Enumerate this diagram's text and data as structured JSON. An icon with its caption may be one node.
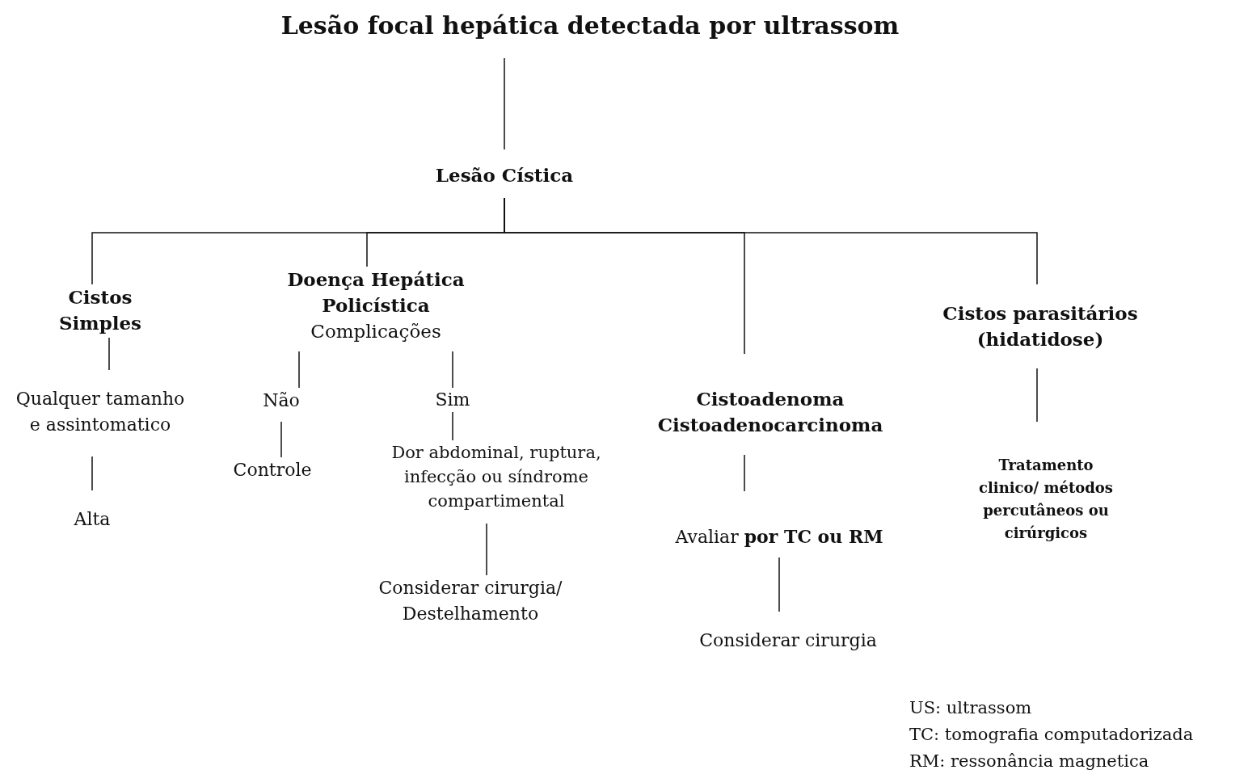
{
  "diagram": {
    "nodes": [
      {
        "text": [
          "Lesão focal hepática detectada por ultrassom"
        ]
      },
      {
        "text": [
          "Lesão Cística"
        ]
      },
      {
        "text": [
          "Cistos Simples"
        ]
      },
      {
        "text": [
          "Qualquer tamanho e assintomatico"
        ]
      },
      {
        "text": [
          "Alta"
        ]
      },
      {
        "text": [
          "Doença Hepática Policística",
          "Complicações"
        ]
      },
      {
        "text": [
          "Não"
        ]
      },
      {
        "text": [
          "Controle"
        ]
      },
      {
        "text": [
          "Sim"
        ]
      },
      {
        "text": [
          "Dor abdominal, ruptura, infecção ou síndrome compartimental"
        ]
      },
      {
        "text": [
          "Considerar cirurgia/ Destelhamento"
        ]
      },
      {
        "text": [
          "Cistoadenoma Cistoadenocarcinoma"
        ]
      },
      {
        "text": [
          "Avaliar **por TC ou RM**"
        ]
      },
      {
        "text": [
          "Considerar cirurgia"
        ]
      },
      {
        "text": [
          "Cistos parasitários (hidatidose)"
        ]
      },
      {
        "text": [
          "Tratamento clinico/ métodos percutâneos ou cirúrgicos"
        ]
      }
    ],
    "edges": [
      {
        "from": 0,
        "to": 1,
        "arrow": "none"
      },
      {
        "from": 1,
        "to": 2,
        "arrow": "none"
      },
      {
        "from": 1,
        "to": 5,
        "arrow": "none"
      },
      {
        "from": 1,
        "to": 11,
        "arrow": "none"
      },
      {
        "from": 1,
        "to": 14,
        "arrow": "none"
      },
      {
        "from": 2,
        "to": 3,
        "arrow": "none"
      },
      {
        "from": 3,
        "to": 4,
        "arrow": "none"
      },
      {
        "from": 5,
        "to": 6,
        "arrow": "none"
      },
      {
        "from": 6,
        "to": 7,
        "arrow": "none"
      },
      {
        "from": 5,
        "to": 8,
        "arrow": "none"
      },
      {
        "from": 8,
        "to": 9,
        "arrow": "none"
      },
      {
        "from": 9,
        "to": 10,
        "arrow": "none"
      },
      {
        "from": 11,
        "to": 12,
        "arrow": "none"
      },
      {
        "from": 12,
        "to": 13,
        "arrow": "none"
      },
      {
        "from": 14,
        "to": 15,
        "arrow": "none"
      }
    ],
    "labels": [
      "US: ultrassom",
      "TC: tomografia computadorizada",
      "RM: ressonância magnetica"
    ]
  }
}
